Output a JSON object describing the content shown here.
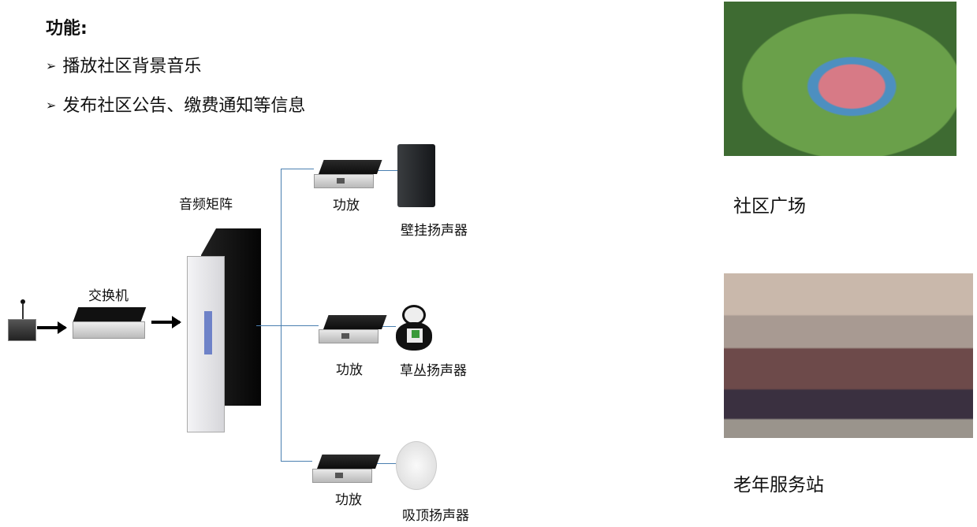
{
  "heading": "功能:",
  "bullets": [
    "播放社区背景音乐",
    "发布社区公告、缴费通知等信息"
  ],
  "diagram": {
    "matrix_label": "音频矩阵",
    "switch_label": "交换机",
    "amp_label": "功放",
    "speakers": [
      "壁挂扬声器",
      "草丛扬声器",
      "吸顶扬声器"
    ]
  },
  "photos": [
    "社区广场",
    "老年服务站"
  ],
  "colors": {
    "connector": "#4a7fb0"
  }
}
